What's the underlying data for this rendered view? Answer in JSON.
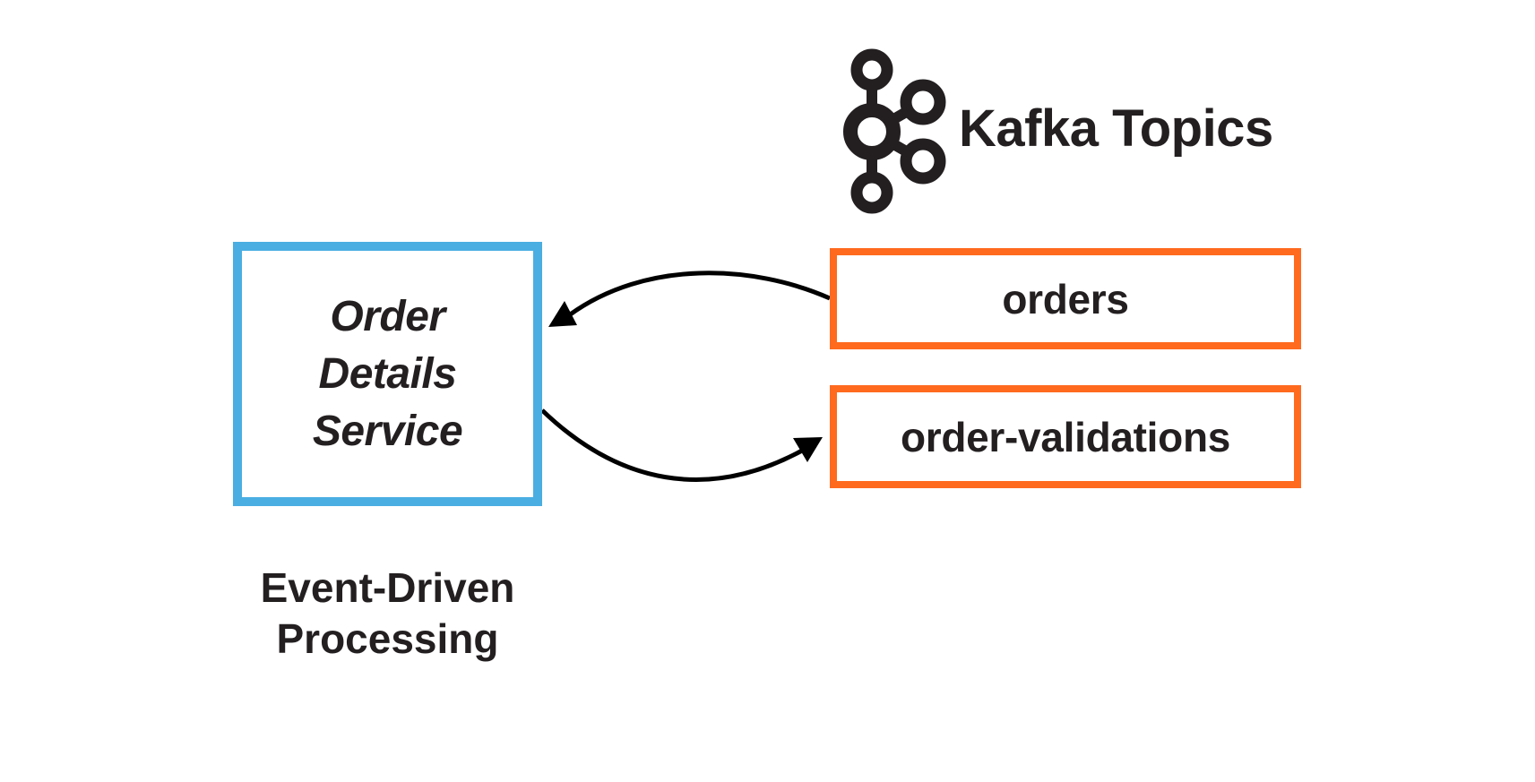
{
  "kafka": {
    "icon": "kafka-logo-icon",
    "title": "Kafka Topics"
  },
  "service": {
    "lines": [
      "Order",
      "Details",
      "Service"
    ],
    "border_color": "#4AAEE2"
  },
  "topics": [
    {
      "name": "orders",
      "border_color": "#FF6A1F"
    },
    {
      "name": "order-validations",
      "border_color": "#FF6A1F"
    }
  ],
  "arrows": [
    {
      "from": "orders",
      "to": "Order Details Service"
    },
    {
      "from": "Order Details Service",
      "to": "order-validations"
    }
  ],
  "caption": {
    "lines": [
      "Event-Driven",
      "Processing"
    ]
  },
  "colors": {
    "text": "#231f20",
    "service_border": "#4AAEE2",
    "topic_border": "#FF6A1F",
    "arrow": "#000000"
  }
}
